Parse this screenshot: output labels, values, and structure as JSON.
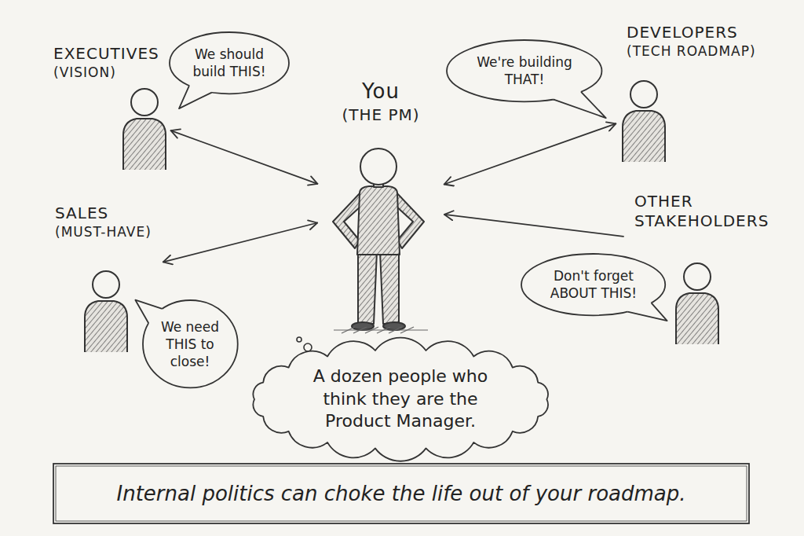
{
  "diagram": {
    "caption": "Internal politics can choke the life out of your roadmap.",
    "nodes": [
      {
        "text": [
          "EXECUTIVES",
          "(VISION)"
        ]
      },
      {
        "text": [
          "We should build THIS!"
        ]
      },
      {
        "text": [
          "You",
          "(THE PM)"
        ]
      },
      {
        "text": [
          "We're building THAT!"
        ]
      },
      {
        "text": [
          "DEVELOPERS",
          "(TECH ROADMAP)"
        ]
      },
      {
        "text": [
          "SALES",
          "(MUST-HAVE)"
        ]
      },
      {
        "text": [
          "OTHER STAKEHOLDERS"
        ]
      },
      {
        "text": [
          "We need THIS to close!"
        ]
      },
      {
        "text": [
          "Don't forget ABOUT THIS!"
        ]
      },
      {
        "text": [
          "A dozen people who think they are the Product Manager."
        ]
      }
    ],
    "edges": [
      {
        "from": 0,
        "to": 2,
        "arrow": "both"
      },
      {
        "from": 4,
        "to": 2,
        "arrow": "both"
      },
      {
        "from": 5,
        "to": 2,
        "arrow": "both"
      },
      {
        "from": 6,
        "to": 2,
        "arrow": "to"
      }
    ]
  }
}
